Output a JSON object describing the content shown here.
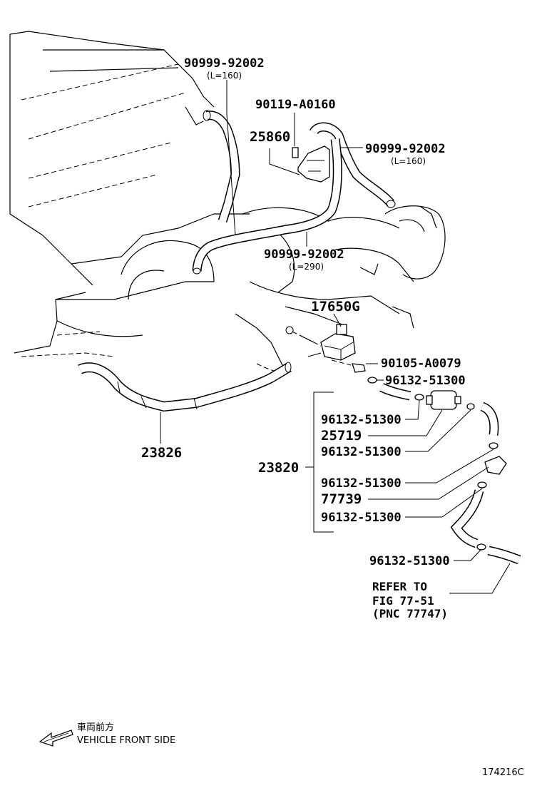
{
  "labels": {
    "hose_top_left": "90999-92002",
    "hose_top_left_len": "(L=160)",
    "bolt": "90119-A0160",
    "vsv_bracket": "25860",
    "hose_right": "90999-92002",
    "hose_right_len": "(L=160)",
    "hose_middle": "90999-92002",
    "hose_middle_len": "(L=290)",
    "vsv": "17650G",
    "screw": "90105-A0079",
    "clamp_top": "96132-51300",
    "hose_assy_left": "23826",
    "hose_assy": "23820",
    "clamp_1": "96132-51300",
    "filter": "25719",
    "clamp_2": "96132-51300",
    "clamp_3": "96132-51300",
    "valve": "77739",
    "clamp_4": "96132-51300",
    "clamp_bottom": "96132-51300",
    "refer_1": "REFER TO",
    "refer_2": "FIG 77-51",
    "refer_3": "(PNC 77747)"
  },
  "legend": {
    "jp": "車両前方",
    "en": "VEHICLE FRONT SIDE"
  },
  "figure_id": "174216C"
}
